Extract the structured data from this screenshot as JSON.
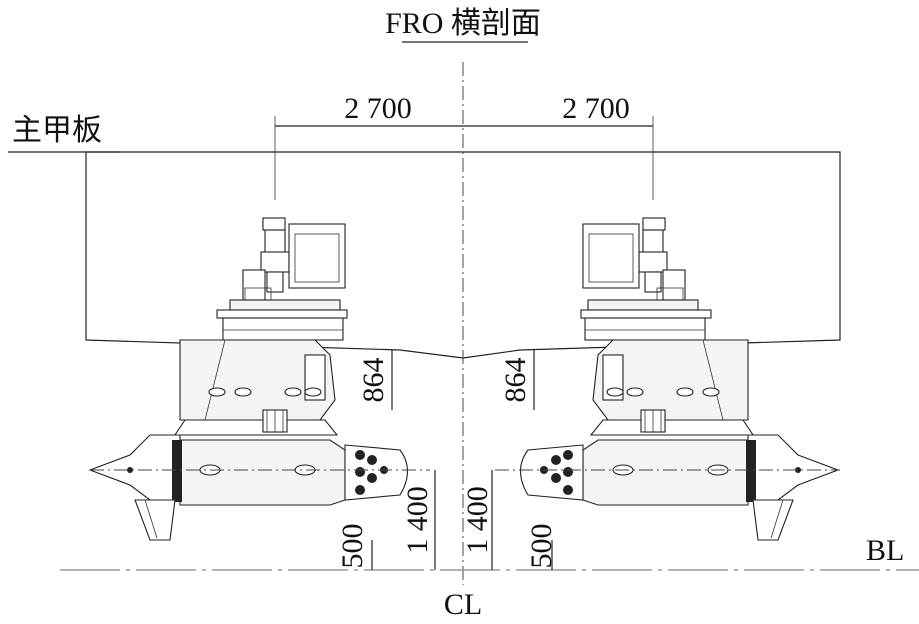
{
  "title": "FRO 横剖面",
  "labels": {
    "main_deck": "主甲板",
    "baseline": "BL",
    "centerline": "CL"
  },
  "dimensions": {
    "left_offset": "2 700",
    "right_offset": "2 700",
    "left_depth": "864",
    "right_depth": "864",
    "left_axis_height": "1 400",
    "right_axis_height": "1 400",
    "left_keel_height": "500",
    "right_keel_height": "500"
  }
}
